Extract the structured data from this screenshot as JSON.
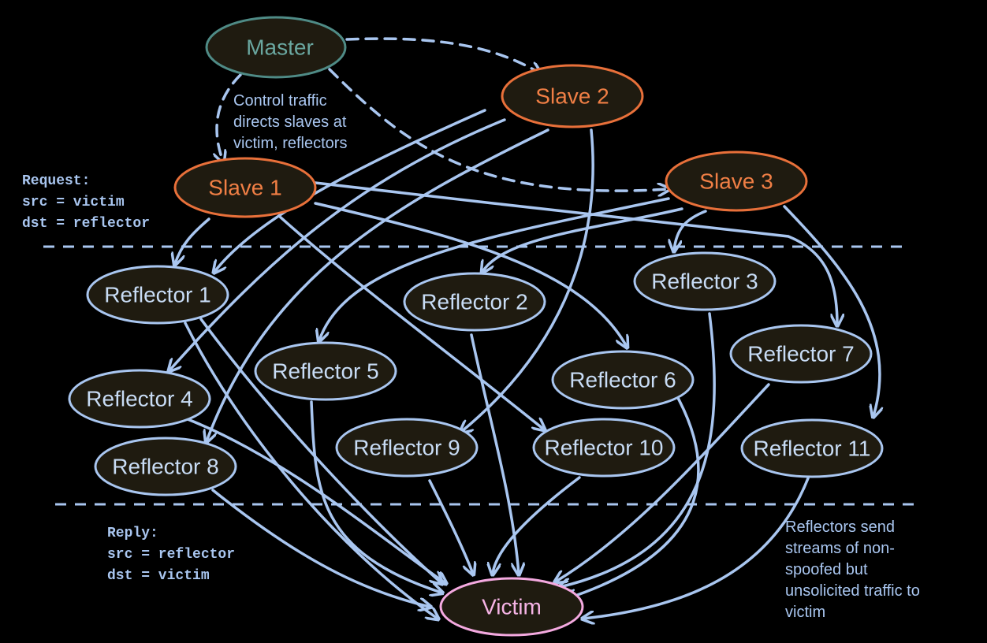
{
  "colors": {
    "background": "#000000",
    "node_fill": "#1f1b10",
    "master_stroke": "#4f8b86",
    "master_text": "#6aa7a0",
    "slave_stroke": "#e8703a",
    "slave_text": "#f07f45",
    "reflector_stroke": "#a9c6f0",
    "reflector_text": "#c8dcf5",
    "victim_stroke": "#f4a9e0",
    "victim_text": "#f6b4e6",
    "arrow": "#a9c6f0"
  },
  "nodes": {
    "master": "Master",
    "slave1": "Slave 1",
    "slave2": "Slave 2",
    "slave3": "Slave 3",
    "r1": "Reflector 1",
    "r2": "Reflector 2",
    "r3": "Reflector 3",
    "r4": "Reflector 4",
    "r5": "Reflector 5",
    "r6": "Reflector 6",
    "r7": "Reflector 7",
    "r8": "Reflector 8",
    "r9": "Reflector 9",
    "r10": "Reflector 10",
    "r11": "Reflector 11",
    "victim": "Victim"
  },
  "notes": {
    "control": [
      "Control traffic",
      "directs slaves at",
      "victim, reflectors"
    ],
    "request": [
      "Request:",
      "src = victim",
      "dst = reflector"
    ],
    "reply": [
      "Reply:",
      "src = reflector",
      "dst = victim"
    ],
    "reflectors_send": [
      "Reflectors send",
      "streams of non-",
      "spoofed but",
      "unsolicited traffic to",
      "victim"
    ]
  }
}
